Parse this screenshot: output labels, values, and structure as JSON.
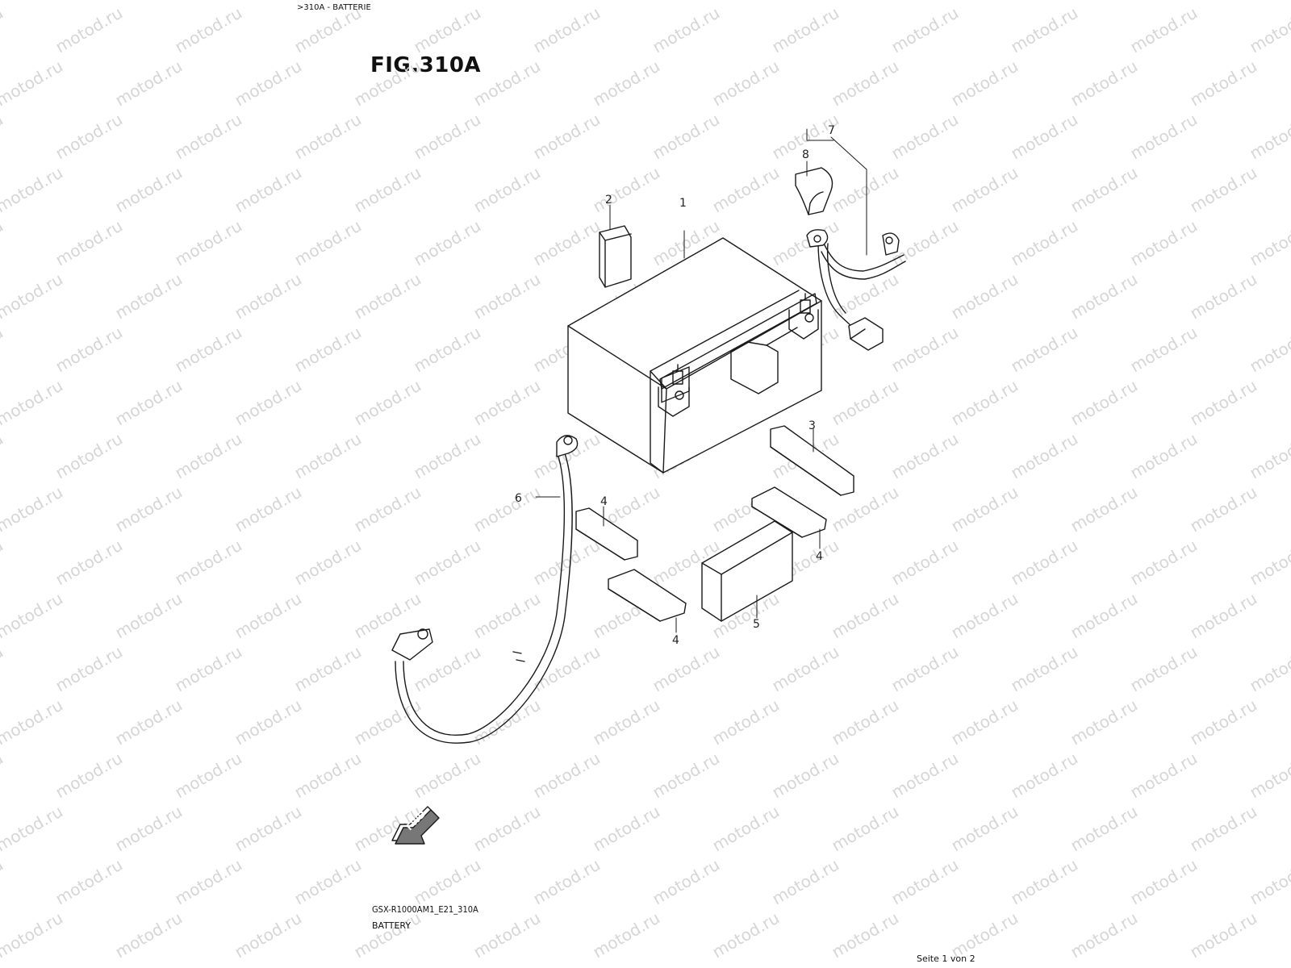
{
  "header": {
    "breadcrumb": ">310A - BATTERIE"
  },
  "figure": {
    "title": "FIG.310A",
    "model_code": "GSX-R1000AM1_E21_310A",
    "name": "BATTERY"
  },
  "footer": {
    "page": "Seite 1 von 2"
  },
  "watermark": {
    "text": "motod.ru"
  },
  "fwd_label": "FWD",
  "callouts": [
    "1",
    "2",
    "3",
    "4",
    "4",
    "4",
    "5",
    "6",
    "7",
    "8"
  ]
}
